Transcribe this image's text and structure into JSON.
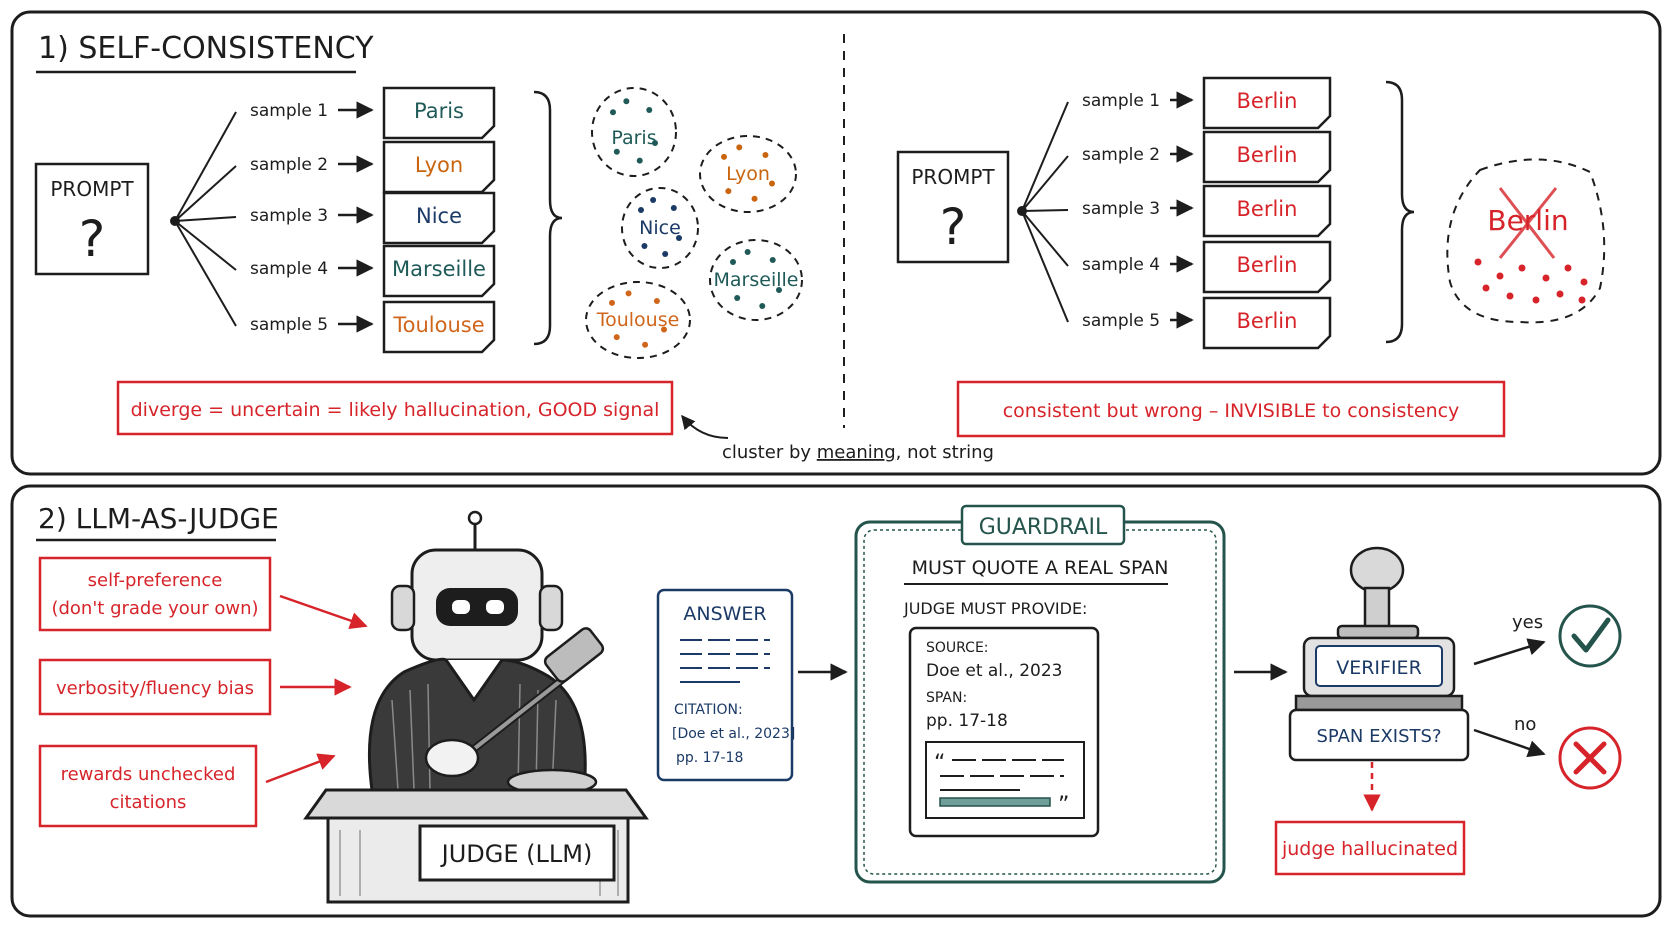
{
  "colors": {
    "ink": "#1d1d1d",
    "red": "#d6242a",
    "orange": "#d0661c",
    "teal": "#1f5a58",
    "navy": "#1b3a66",
    "green": "#24544c"
  },
  "section1": {
    "title": "1) SELF-CONSISTENCY",
    "left": {
      "prompt_label": "PROMPT",
      "prompt_mark": "?",
      "samples": [
        {
          "label": "sample 1",
          "answer": "Paris",
          "color": "#1f5a58"
        },
        {
          "label": "sample 2",
          "answer": "Lyon",
          "color": "#c9650f"
        },
        {
          "label": "sample 3",
          "answer": "Nice",
          "color": "#1b3a66"
        },
        {
          "label": "sample 4",
          "answer": "Marseille",
          "color": "#1f5a58"
        },
        {
          "label": "sample 5",
          "answer": "Toulouse",
          "color": "#d0661c"
        }
      ],
      "clusters": [
        {
          "label": "Paris",
          "color": "#1f5a58"
        },
        {
          "label": "Lyon",
          "color": "#c9650f"
        },
        {
          "label": "Nice",
          "color": "#1b3a66"
        },
        {
          "label": "Marseille",
          "color": "#1f5a58"
        },
        {
          "label": "Toulouse",
          "color": "#d0661c"
        }
      ],
      "note": "diverge = uncertain = likely hallucination, GOOD signal"
    },
    "cluster_note_prefix": "cluster by ",
    "cluster_note_emph": "meaning",
    "cluster_note_suffix": ", not string",
    "right": {
      "prompt_label": "PROMPT",
      "prompt_mark": "?",
      "samples": [
        {
          "label": "sample 1",
          "answer": "Berlin"
        },
        {
          "label": "sample 2",
          "answer": "Berlin"
        },
        {
          "label": "sample 3",
          "answer": "Berlin"
        },
        {
          "label": "sample 4",
          "answer": "Berlin"
        },
        {
          "label": "sample 5",
          "answer": "Berlin"
        }
      ],
      "cluster_label": "Berlin",
      "note": "consistent but wrong – INVISIBLE to consistency"
    }
  },
  "section2": {
    "title": "2) LLM-AS-JUDGE",
    "biases": {
      "self_pref": {
        "line1": "self-preference",
        "line2": "(don't grade your own)"
      },
      "verbosity": "verbosity/fluency bias",
      "citations": {
        "line1": "rewards unchecked",
        "line2": "citations"
      }
    },
    "judge_plate": "JUDGE (LLM)",
    "answer_card": {
      "title": "ANSWER",
      "citation_label": "CITATION:",
      "citation_ref": "[Doe et al., 2023]",
      "citation_pages": "pp. 17-18"
    },
    "guardrail": {
      "tab": "GUARDRAIL",
      "heading": "MUST QUOTE A REAL SPAN",
      "subheading": "JUDGE MUST PROVIDE:",
      "source_label": "SOURCE:",
      "source_value": "Doe et al., 2023",
      "span_label": "SPAN:",
      "span_value": "pp. 17-18",
      "open_quote": "“",
      "close_quote": "”"
    },
    "verifier": {
      "label": "VERIFIER",
      "question": "SPAN EXISTS?",
      "yes": "yes",
      "no": "no",
      "fail_note": "judge hallucinated"
    }
  }
}
